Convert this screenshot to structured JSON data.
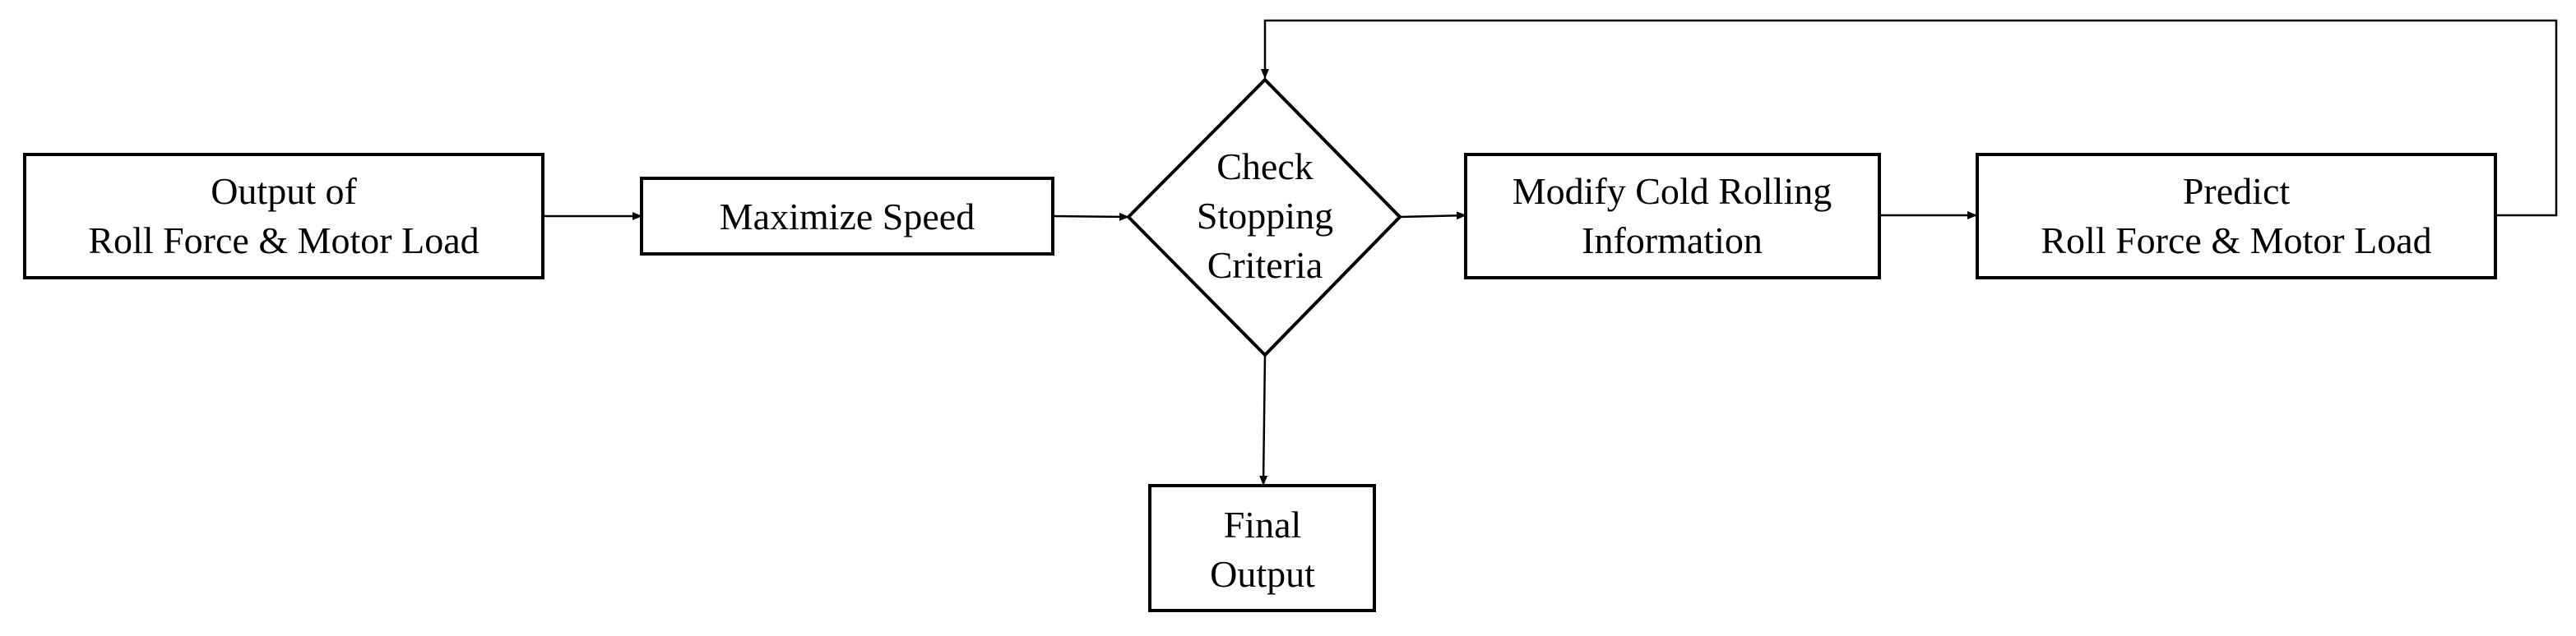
{
  "nodes": {
    "output_roll_force": {
      "lines": [
        "Output of",
        "Roll Force & Motor Load"
      ],
      "color": "#000000"
    },
    "maximize_speed": {
      "lines": [
        "Maximize Speed"
      ],
      "color": "#000000"
    },
    "check_stopping": {
      "lines": [
        "Check",
        "Stopping",
        "Criteria"
      ],
      "color": "#ff0000"
    },
    "modify_cold_rolling": {
      "lines": [
        "Modify Cold Rolling",
        "Information"
      ],
      "color": "#000000"
    },
    "predict": {
      "lines": [
        "Predict",
        "Roll Force & Motor Load"
      ],
      "color": "#000000"
    },
    "final_output": {
      "lines": [
        "Final",
        "Output"
      ],
      "color": "#2f5597"
    }
  },
  "edges": [
    {
      "from": "output_roll_force",
      "to": "maximize_speed"
    },
    {
      "from": "maximize_speed",
      "to": "check_stopping"
    },
    {
      "from": "check_stopping",
      "to": "modify_cold_rolling"
    },
    {
      "from": "modify_cold_rolling",
      "to": "predict"
    },
    {
      "from": "predict",
      "to": "check_stopping"
    },
    {
      "from": "check_stopping",
      "to": "final_output"
    }
  ]
}
